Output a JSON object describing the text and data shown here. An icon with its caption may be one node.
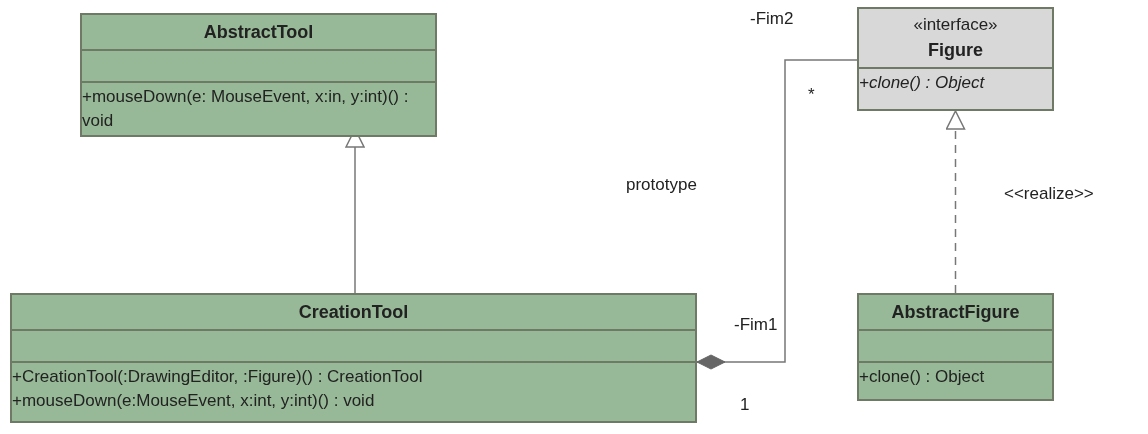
{
  "diagram": {
    "nodes": [
      {
        "text": [
          "AbstractTool",
          "+mouseDown(e: MouseEvent, x:in, y:int)() : void"
        ]
      },
      {
        "text": [
          "CreationTool",
          "+CreationTool(:DrawingEditor, :Figure)() : CreationTool",
          "+mouseDown(e:MouseEvent, x:int, y:int)() : void"
        ]
      },
      {
        "text": [
          "«interface»",
          "Figure",
          "+clone() : Object"
        ]
      },
      {
        "text": [
          "AbstractFigure",
          "+clone() : Object"
        ]
      }
    ],
    "edges": [
      {
        "from": 1,
        "to": 0,
        "arrow": "to"
      },
      {
        "from": 3,
        "to": 2,
        "arrow": "to",
        "style": "dashed",
        "label": "<<realize>>"
      },
      {
        "from": 1,
        "to": 2,
        "arrow": "other"
      }
    ],
    "labels": [
      "-Fim2",
      "*",
      "prototype",
      "-Fim1",
      "1"
    ]
  }
}
